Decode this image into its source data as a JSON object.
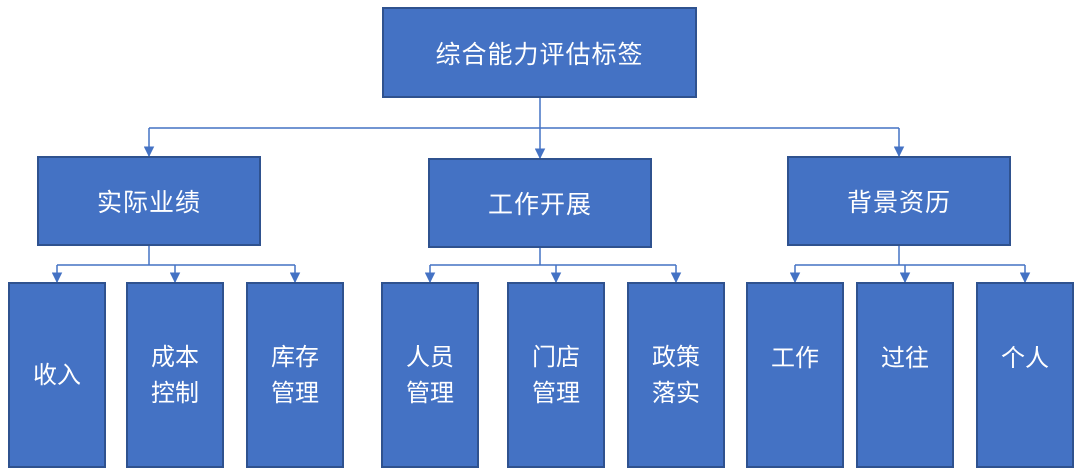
{
  "root": {
    "label": "综合能力评估标签"
  },
  "categories": [
    {
      "label": "实际业绩",
      "children": [
        "收入",
        "成本控制",
        "库存管理"
      ]
    },
    {
      "label": "工作开展",
      "children": [
        "人员管理",
        "门店管理",
        "政策落实"
      ]
    },
    {
      "label": "背景资历",
      "children": [
        "工作",
        "过往",
        "个人"
      ]
    }
  ],
  "colors": {
    "box_fill": "#4472c4",
    "box_border": "#2f528f",
    "connector": "#4472c4",
    "text": "#ffffff"
  }
}
